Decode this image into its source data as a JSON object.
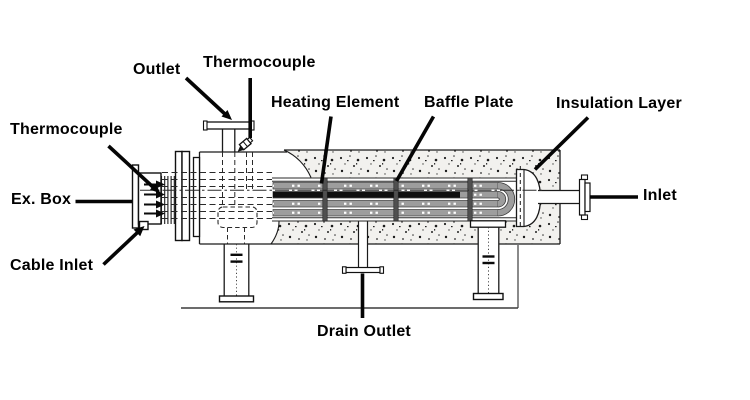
{
  "diagram": {
    "type": "technical-drawing",
    "subject": "electric pipeline heater side-view section",
    "labels": {
      "outlet": "Outlet",
      "thermocouple_top": "Thermocouple",
      "heating_element": "Heating Element",
      "baffle_plate": "Baffle Plate",
      "insulation_layer": "Insulation Layer",
      "thermocouple_left": "Thermocouple",
      "ex_box": "Ex. Box",
      "cable_inlet": "Cable Inlet",
      "drain_outlet": "Drain Outlet",
      "inlet": "Inlet"
    },
    "colors": {
      "ink": "#1a1a1a",
      "insulation_fill": "#f2f1ee",
      "tube_gray": "#9d9d9d",
      "element_black_band": "#101010",
      "background": "#ffffff"
    }
  }
}
